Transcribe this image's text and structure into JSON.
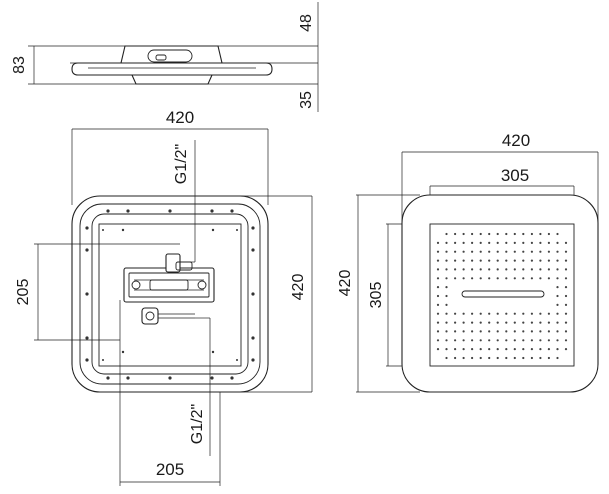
{
  "dimensions": {
    "top_height": "48",
    "side_height": "83",
    "bottom_height": "35",
    "plan_width": "420",
    "plan_height": "420",
    "plan_inner": "205",
    "plan_inner_bottom": "205",
    "thread_top": "G1/2\"",
    "thread_bottom": "G1/2\"",
    "front_width": "420",
    "front_height": "420",
    "front_inner_width": "305",
    "front_inner_height": "305"
  }
}
